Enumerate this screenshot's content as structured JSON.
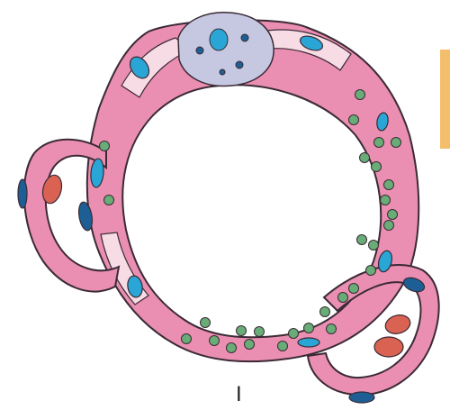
{
  "diagram": {
    "label": "I",
    "colors": {
      "wall_pink": "#ea8fb2",
      "wall_pink_dark": "#d86c97",
      "lining_light": "#f8dce5",
      "outline": "#3b2a35",
      "nucleus_blue": "#2aa6d6",
      "nucleus_dark": "#1d5f95",
      "bubble_lavender": "#c6c8e2",
      "granule_green": "#68ad77",
      "rbc_red": "#d96252",
      "edge_strip": "#f3bf6c"
    },
    "parts": {
      "granule_count": 29,
      "capillary_count": 2,
      "red_cell_count": 3
    }
  }
}
